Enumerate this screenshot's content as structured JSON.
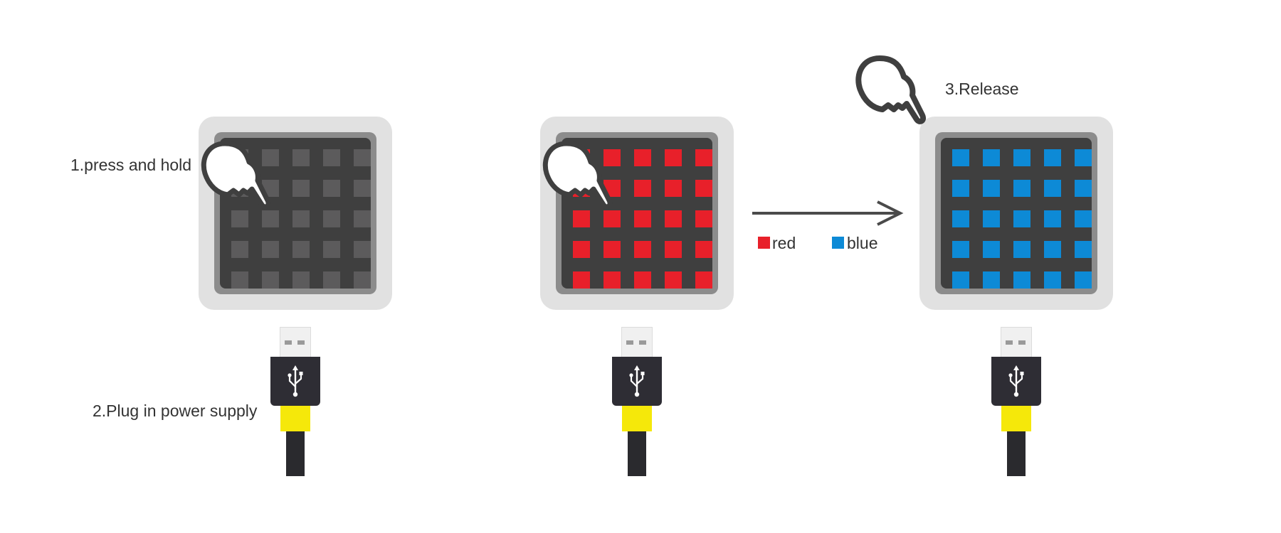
{
  "steps": {
    "press": "1.press and hold",
    "plug": "2.Plug in power supply",
    "release": "3.Release"
  },
  "legend": {
    "red_label": "red",
    "blue_label": "blue",
    "red_color": "#e8202a",
    "blue_color": "#0d8ad6"
  },
  "colors": {
    "off_led": "#5c5b5c",
    "device_frame": "#e1e1e1",
    "matrix_bg": "#3f3f3f",
    "usb_collar": "#f5e80a",
    "arrow": "#4a4a4a"
  },
  "icons": [
    "pointing-hand-icon",
    "usb-icon",
    "arrow-right-icon"
  ],
  "devices": [
    {
      "state": "off",
      "led_color": "#5c5b5c"
    },
    {
      "state": "red",
      "led_color": "#e8202a"
    },
    {
      "state": "blue",
      "led_color": "#0d8ad6"
    }
  ]
}
